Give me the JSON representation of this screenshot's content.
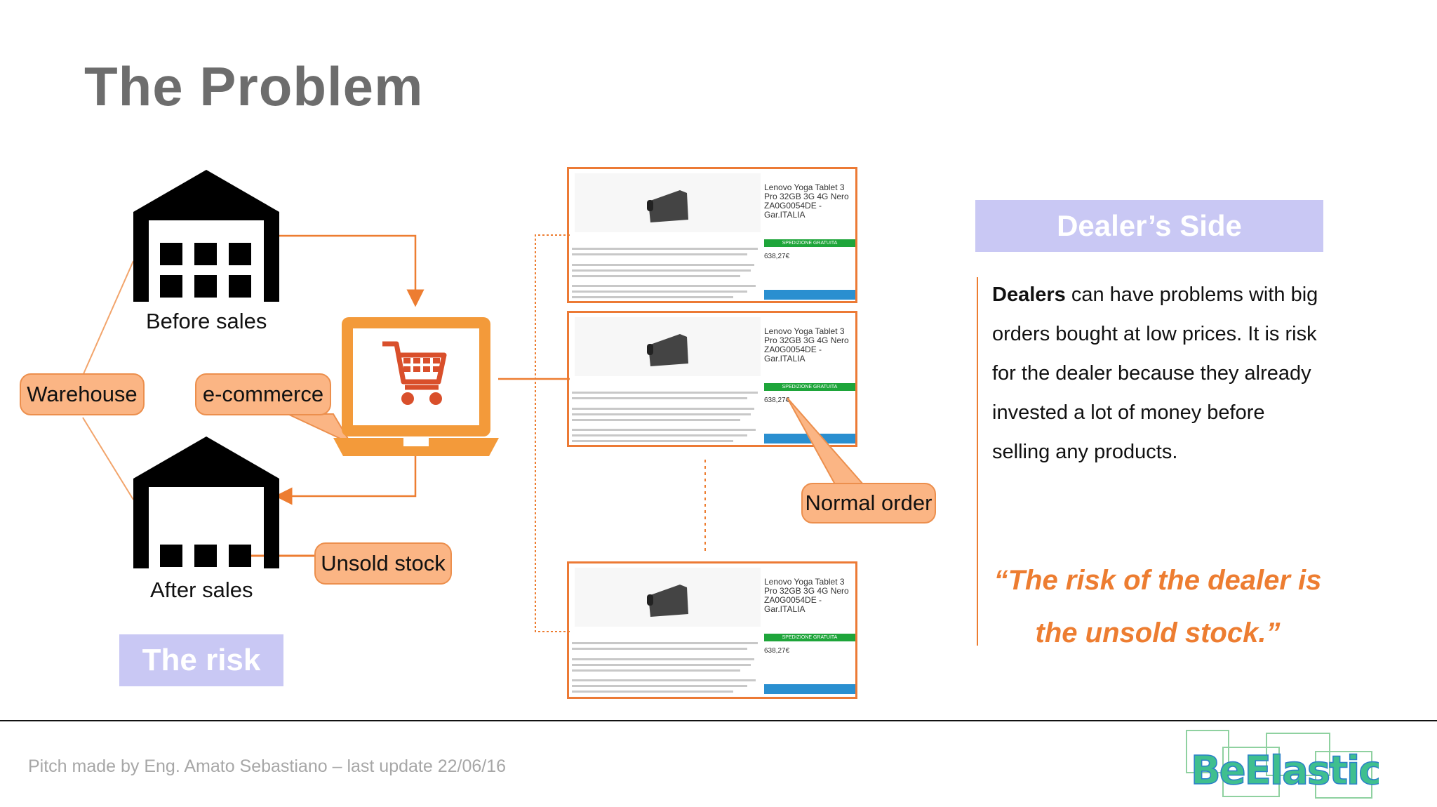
{
  "slide": {
    "title": "The Problem",
    "footer": "Pitch made by Eng. Amato Sebastiano – last update 22/06/16",
    "logo_text": "BeElastic"
  },
  "diagram": {
    "before_sales_label": "Before sales",
    "after_sales_label": "After sales",
    "callouts": {
      "warehouse": "Warehouse",
      "ecommerce": "e-commerce",
      "unsold_stock": "Unsold stock",
      "normal_order": "Normal order"
    },
    "risk_label": "The risk"
  },
  "product_card": {
    "name": "Lenovo Yoga Tablet 3 Pro 32GB 3G 4G Nero ZA0G0054DE - Gar.ITALIA",
    "shipping_badge": "SPEDIZIONE GRATUITA",
    "price": "638,27€"
  },
  "dealers_side": {
    "heading": "Dealer’s Side",
    "text_bold": "Dealers",
    "text_rest": " can have problems with big orders bought at low prices. It is risk for the dealer because they already invested a lot of money before selling any products.",
    "quote": "“The risk of the dealer is the unsold stock.”"
  },
  "colors": {
    "accent": "#ed7d31",
    "callout_fill": "#fbb584",
    "lavender": "#c9c8f4",
    "title_gray": "#6d6d6d"
  }
}
